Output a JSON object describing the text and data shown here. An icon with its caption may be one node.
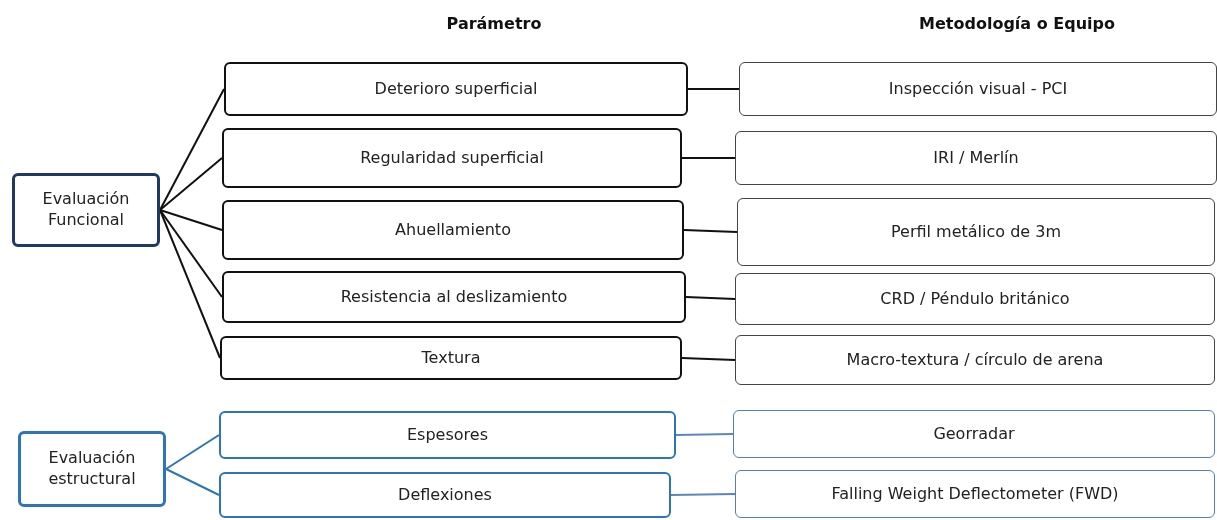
{
  "diagram": {
    "nodes": [
      {
        "text": [
          "Evaluación Funcional"
        ]
      },
      {
        "text": [
          "Deterioro superficial"
        ]
      },
      {
        "text": [
          "Inspección visual - PCI"
        ]
      },
      {
        "text": [
          "Regularidad superficial"
        ]
      },
      {
        "text": [
          "IRI / Merlín"
        ]
      },
      {
        "text": [
          "Ahuellamiento"
        ]
      },
      {
        "text": [
          "Perfil metálico de 3m"
        ]
      },
      {
        "text": [
          "Resistencia al deslizamiento"
        ]
      },
      {
        "text": [
          "CRD / Péndulo británico"
        ]
      },
      {
        "text": [
          "Textura"
        ]
      },
      {
        "text": [
          "Macro-textura / círculo de arena"
        ]
      },
      {
        "text": [
          "Evaluación estructural"
        ]
      },
      {
        "text": [
          "Espesores"
        ]
      },
      {
        "text": [
          "Georradar"
        ]
      },
      {
        "text": [
          "Deflexiones"
        ]
      },
      {
        "text": [
          "Falling Weight Deflectometer (FWD)"
        ]
      }
    ],
    "edges": [
      {
        "from": 0,
        "to": 1,
        "arrow": "none"
      },
      {
        "from": 0,
        "to": 3,
        "arrow": "none"
      },
      {
        "from": 0,
        "to": 5,
        "arrow": "none"
      },
      {
        "from": 0,
        "to": 7,
        "arrow": "none"
      },
      {
        "from": 0,
        "to": 9,
        "arrow": "none"
      },
      {
        "from": 1,
        "to": 2,
        "arrow": "none"
      },
      {
        "from": 3,
        "to": 4,
        "arrow": "none"
      },
      {
        "from": 5,
        "to": 6,
        "arrow": "none"
      },
      {
        "from": 7,
        "to": 8,
        "arrow": "none"
      },
      {
        "from": 9,
        "to": 10,
        "arrow": "none"
      },
      {
        "from": 11,
        "to": 12,
        "arrow": "none",
        "color": "#2e75b6"
      },
      {
        "from": 11,
        "to": 14,
        "arrow": "none",
        "color": "#2e75b6"
      },
      {
        "from": 12,
        "to": 13,
        "arrow": "none",
        "color": "#5b86c0"
      },
      {
        "from": 14,
        "to": 15,
        "arrow": "none",
        "color": "#5b86c0"
      }
    ],
    "labels": [
      "Parámetro",
      "Metodología o Equipo"
    ]
  }
}
